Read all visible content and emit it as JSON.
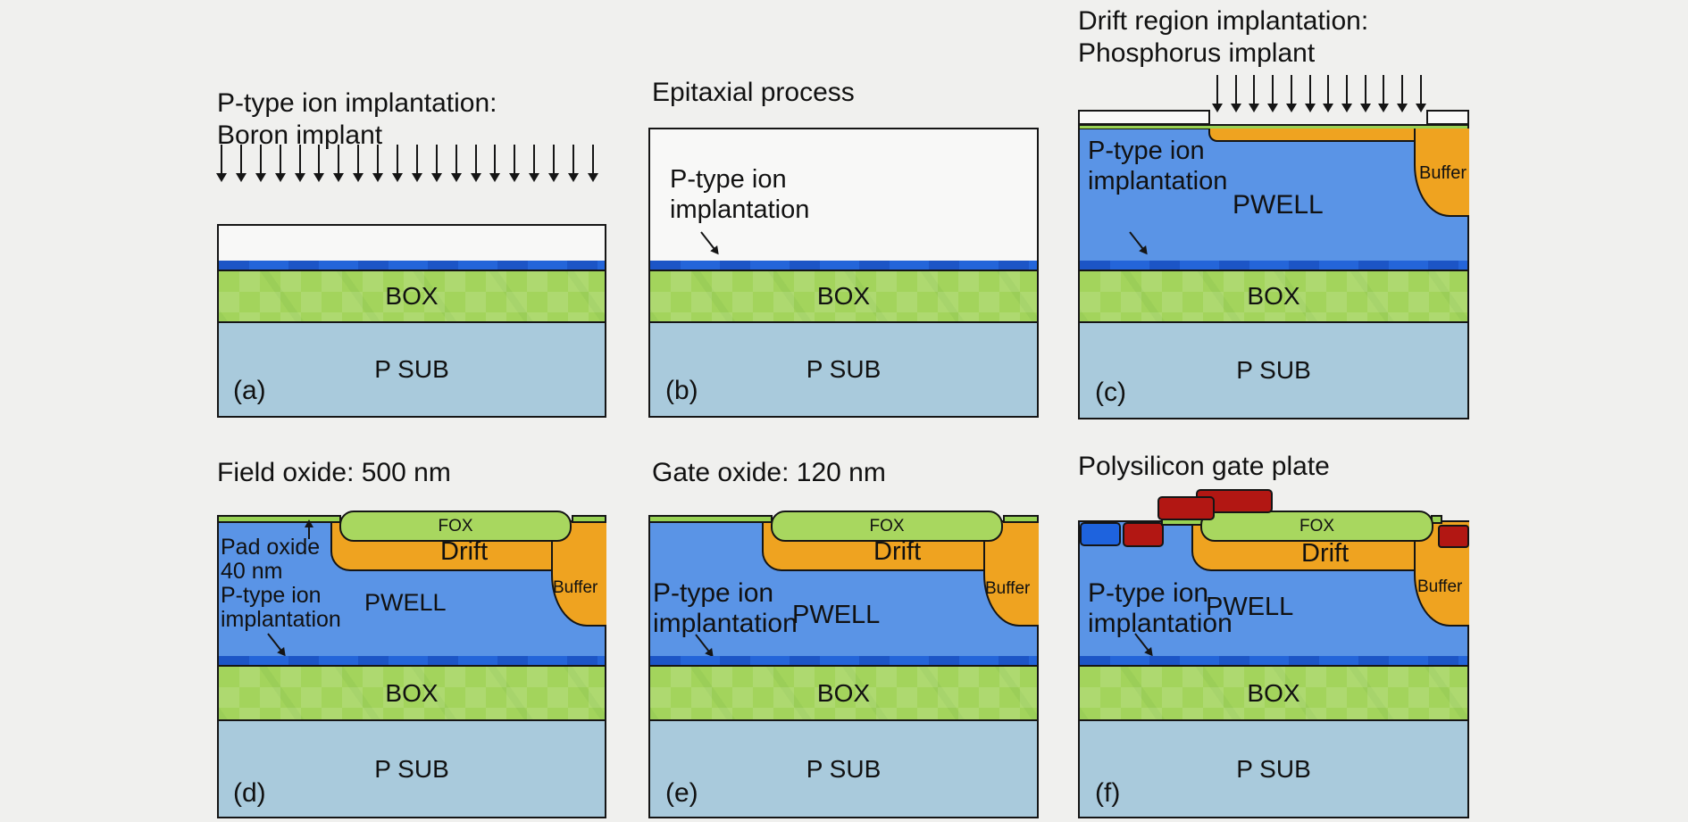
{
  "colors": {
    "background": "#f0f0ee",
    "epitaxial_silicon": "#f8f8f7",
    "p_implant_line_blue": "#2465d9",
    "box_oxide_green": "#a3d45c",
    "psub_light_blue": "#a9cadc",
    "pwell_blue": "#5a94e6",
    "drift_buffer_orange": "#efa320",
    "fox_green": "#a8d75f",
    "thin_oxide_green": "#98d253",
    "polysilicon_red": "#b21713",
    "contact_blue": "#1e63de",
    "outline_black": "#151515"
  },
  "panels": {
    "a": {
      "letter": "(a)",
      "title_line1": "P-type ion implantation:",
      "title_line2": "Boron implant",
      "arrow_count": 20,
      "labels": {
        "box": "BOX",
        "psub": "P SUB"
      }
    },
    "b": {
      "letter": "(b)",
      "title": "Epitaxial process",
      "annotation_line1": "P-type ion",
      "annotation_line2": "implantation",
      "labels": {
        "box": "BOX",
        "psub": "P SUB"
      }
    },
    "c": {
      "letter": "(c)",
      "title_line1": "Drift region implantation:",
      "title_line2": "Phosphorus implant",
      "arrow_count": 12,
      "annotation_line1": "P-type ion",
      "annotation_line2": "implantation",
      "labels": {
        "pwell": "PWELL",
        "buffer": "Buffer",
        "box": "BOX",
        "psub": "P SUB"
      }
    },
    "d": {
      "letter": "(d)",
      "title": "Field oxide: 500 nm",
      "annotation_line1": "Pad oxide",
      "annotation_line2": "40 nm",
      "annotation_line3": "P-type ion",
      "annotation_line4": "implantation",
      "labels": {
        "fox": "FOX",
        "drift": "Drift",
        "buffer": "Buffer",
        "pwell": "PWELL",
        "box": "BOX",
        "psub": "P SUB"
      }
    },
    "e": {
      "letter": "(e)",
      "title": "Gate oxide: 120 nm",
      "annotation_line1": "P-type ion",
      "annotation_line2": "implantation",
      "labels": {
        "fox": "FOX",
        "drift": "Drift",
        "buffer": "Buffer",
        "pwell": "PWELL",
        "box": "BOX",
        "psub": "P SUB"
      }
    },
    "f": {
      "letter": "(f)",
      "title": "Polysilicon gate plate",
      "annotation_line1": "P-type ion",
      "annotation_line2": "implantation",
      "labels": {
        "fox": "FOX",
        "drift": "Drift",
        "buffer": "Buffer",
        "pwell": "PWELL",
        "box": "BOX",
        "psub": "P SUB"
      }
    }
  }
}
